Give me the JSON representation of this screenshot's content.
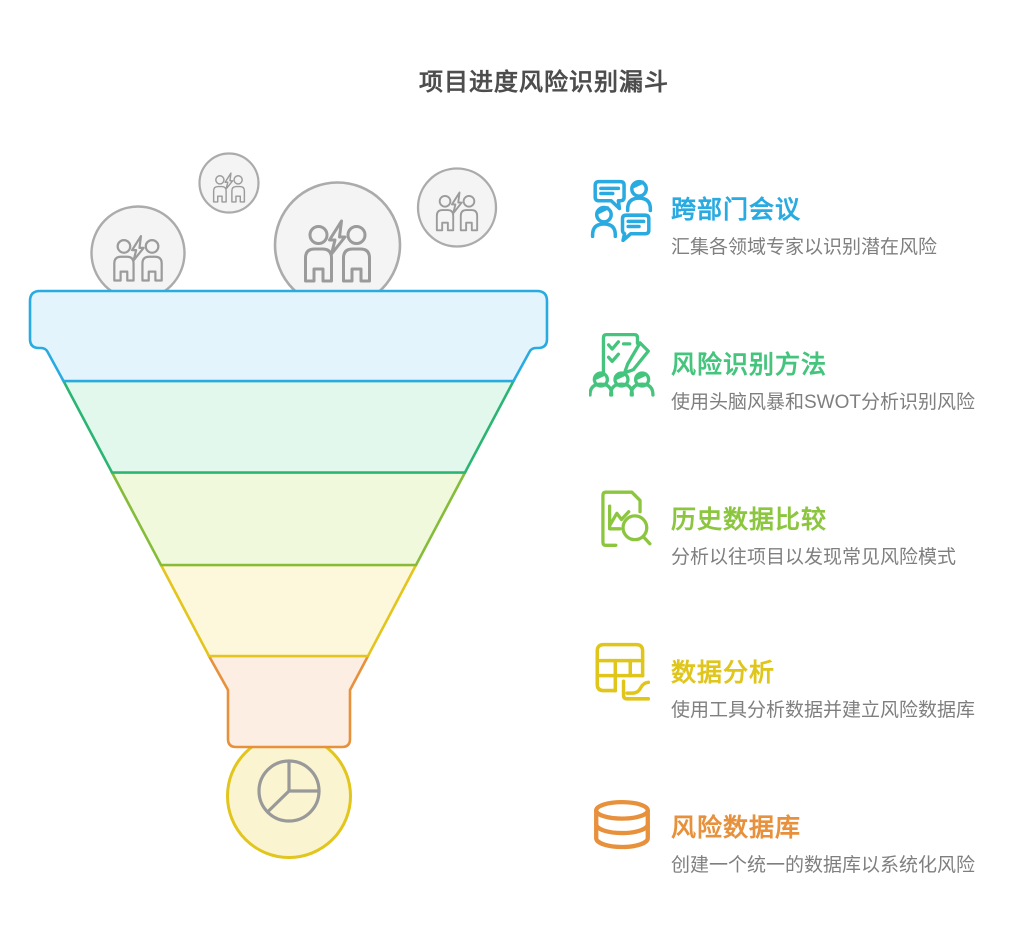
{
  "title": "项目进度风险识别漏斗",
  "diagram": {
    "type": "funnel",
    "stage_count": 5,
    "top_icons": "brainstorm-team-bubbles",
    "bottom_icon": "pie-chart-result"
  },
  "steps": [
    {
      "title": "跨部门会议",
      "desc": "汇集各领域专家以识别潜在风险",
      "icon": "meeting-chat-icon"
    },
    {
      "title": "风险识别方法",
      "desc": "使用头脑风暴和SWOT分析识别风险",
      "icon": "checklist-pencil-icon"
    },
    {
      "title": "历史数据比较",
      "desc": "分析以往项目以发现常见风险模式",
      "icon": "document-chart-search-icon"
    },
    {
      "title": "数据分析",
      "desc": "使用工具分析数据并建立风险数据库",
      "icon": "data-table-chart-icon"
    },
    {
      "title": "风险数据库",
      "desc": "创建一个统一的数据库以系统化风险",
      "icon": "database-icon"
    }
  ],
  "colors": {
    "title_color": "#4D4D4D",
    "desc_color": "#7F7F7F",
    "step1": "#29ABE2",
    "step2": "#45C47D",
    "step3": "#8CC63F",
    "step4": "#E0C51B",
    "step5": "#E8913C",
    "l1_fill": "#E3F4FC",
    "l1_stroke": "#29ABE2",
    "l2_fill": "#E2F8ED",
    "l2_stroke": "#2BB573",
    "l3_fill": "#F1F9DC",
    "l3_stroke": "#85BD3B",
    "l4_fill": "#FDF8DC",
    "l4_stroke": "#E3C51E",
    "l5_fill": "#FCEEE2",
    "l5_stroke": "#E8913C",
    "bowl_fill": "#FAF5D0",
    "bowl_stroke": "#E2C51D",
    "people_fill": "#F4F4F4",
    "people_stroke": "#ABABAB",
    "people_icon": "#9B9B9B",
    "pie_icon": "#999999"
  }
}
